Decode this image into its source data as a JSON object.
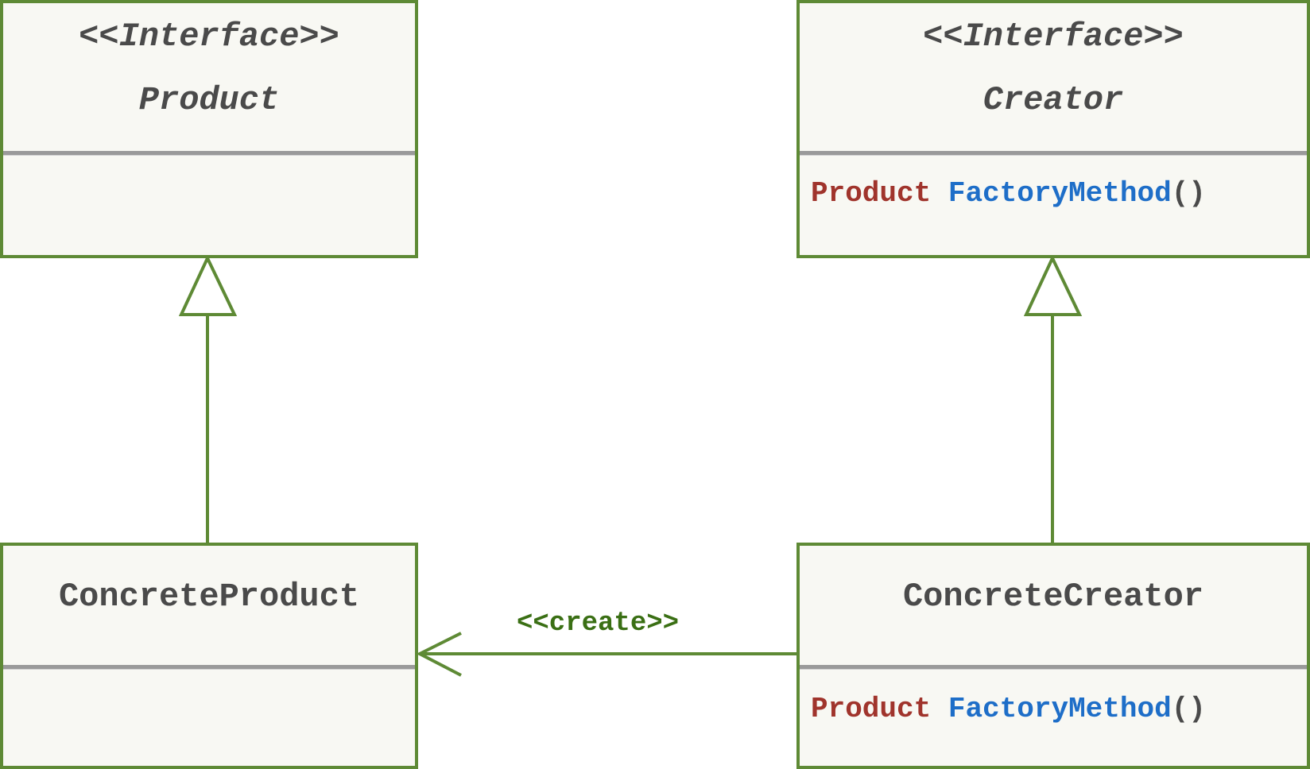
{
  "diagram": {
    "product_interface": {
      "stereotype": "<<Interface>>",
      "name": "Product"
    },
    "creator_interface": {
      "stereotype": "<<Interface>>",
      "name": "Creator",
      "operation": {
        "return_type": "Product",
        "method": "FactoryMethod",
        "parens": "()"
      }
    },
    "concrete_product": {
      "name": "ConcreteProduct"
    },
    "concrete_creator": {
      "name": "ConcreteCreator",
      "operation": {
        "return_type": "Product",
        "method": "FactoryMethod",
        "parens": "()"
      }
    },
    "create_relation": {
      "label": "<<create>>"
    }
  },
  "colors": {
    "border": "#5e8a35",
    "box_fill": "#f8f8f3",
    "text": "#4a4a4a",
    "type_text": "#a0342c",
    "method_text": "#1e6ec8",
    "relation_label": "#3a6f14"
  }
}
